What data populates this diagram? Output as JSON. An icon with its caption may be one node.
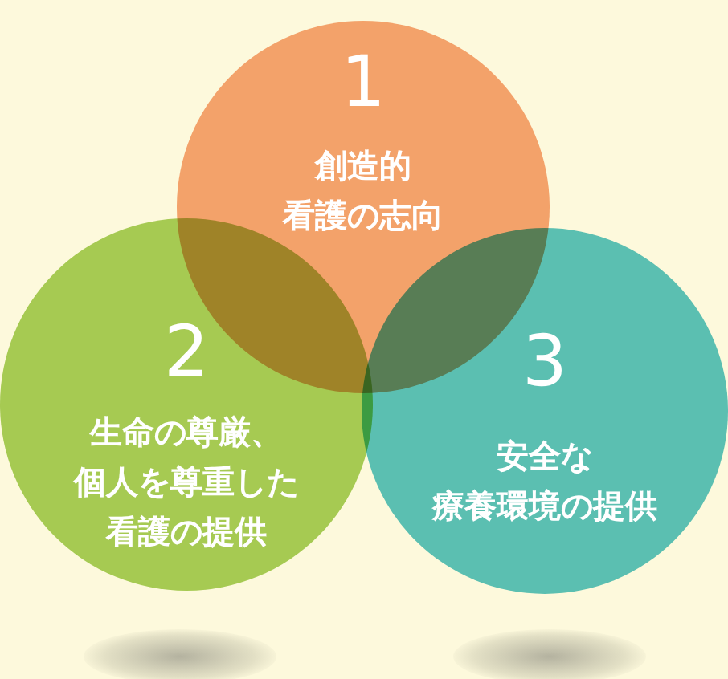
{
  "diagram": {
    "nodes": [
      {
        "text": [
          "1",
          "創造的看護の志向"
        ]
      },
      {
        "text": [
          "2",
          "生命の尊厳、個人を尊重した看護の提供"
        ]
      },
      {
        "text": [
          "3",
          "安全な療養環境の提供"
        ]
      }
    ]
  }
}
